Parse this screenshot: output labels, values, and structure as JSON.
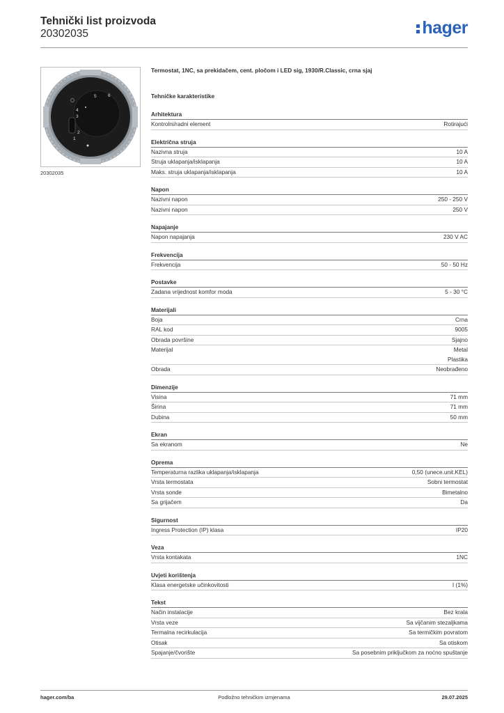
{
  "header": {
    "title": "Tehnički list proizvoda",
    "number": "20302035",
    "logo": "hager"
  },
  "product": {
    "image_caption": "20302035",
    "description": "Termostat, 1NC, sa prekidačem, cent. pločom i LED sig, 1930/R.Classic, crna sjaj",
    "dial_numbers": [
      "1",
      "2",
      "3",
      "4",
      "5",
      "6"
    ],
    "colors": {
      "body": "#1a1a1a",
      "frame": "#9ea5ab",
      "logo_blue": "#2b62b7"
    }
  },
  "section_title": "Tehničke karakteristike",
  "groups": [
    {
      "name": "Arhitektura",
      "rows": [
        {
          "label": "Kontrolni/radni element",
          "values": [
            "Rotirajući"
          ]
        }
      ]
    },
    {
      "name": "Električna struja",
      "rows": [
        {
          "label": "Nazivna struja",
          "values": [
            "10 A"
          ]
        },
        {
          "label": "Struja uklapanja/isklapanja",
          "values": [
            "10 A"
          ]
        },
        {
          "label": "Maks. struja uklapanja/isklapanja",
          "values": [
            "10 A"
          ]
        }
      ]
    },
    {
      "name": "Napon",
      "rows": [
        {
          "label": "Nazivni napon",
          "values": [
            "250 - 250 V"
          ]
        },
        {
          "label": "Nazivni napon",
          "values": [
            "250 V"
          ]
        }
      ]
    },
    {
      "name": "Napajanje",
      "rows": [
        {
          "label": "Napon napajanja",
          "values": [
            "230 V AC"
          ]
        }
      ]
    },
    {
      "name": "Frekvencija",
      "rows": [
        {
          "label": "Frekvencija",
          "values": [
            "50 - 50 Hz"
          ]
        }
      ]
    },
    {
      "name": "Postavke",
      "rows": [
        {
          "label": "Zadana vrijednost komfor moda",
          "values": [
            "5 - 30 °C"
          ]
        }
      ]
    },
    {
      "name": "Materijali",
      "rows": [
        {
          "label": "Boja",
          "values": [
            "Crna"
          ]
        },
        {
          "label": "RAL kod",
          "values": [
            "9005"
          ]
        },
        {
          "label": "Obrada površine",
          "values": [
            "Sjajno"
          ]
        },
        {
          "label": "Materijal",
          "values": [
            "Metal",
            "Plastika"
          ]
        },
        {
          "label": "Obrada",
          "values": [
            "Neobrađeno"
          ]
        }
      ]
    },
    {
      "name": "Dimenzije",
      "rows": [
        {
          "label": "Visina",
          "values": [
            "71 mm"
          ]
        },
        {
          "label": "Širina",
          "values": [
            "71 mm"
          ]
        },
        {
          "label": "Dubina",
          "values": [
            "50 mm"
          ]
        }
      ]
    },
    {
      "name": "Ekran",
      "rows": [
        {
          "label": "Sa ekranom",
          "values": [
            "Ne"
          ]
        }
      ]
    },
    {
      "name": "Oprema",
      "rows": [
        {
          "label": "Temperaturna razlika uklapanja/isklapanja",
          "values": [
            "0,50 (unece.unit.KEL)"
          ]
        },
        {
          "label": "Vrsta termostata",
          "values": [
            "Sobni termostat"
          ]
        },
        {
          "label": "Vrsta sonde",
          "values": [
            "Bimetalno"
          ]
        },
        {
          "label": "Sa grijačem",
          "values": [
            "Da"
          ]
        }
      ]
    },
    {
      "name": "Sigurnost",
      "rows": [
        {
          "label": "Ingress Protection (IP) klasa",
          "values": [
            "IP20"
          ]
        }
      ]
    },
    {
      "name": "Veza",
      "rows": [
        {
          "label": "Vrsta kontakata",
          "values": [
            "1NC"
          ]
        }
      ]
    },
    {
      "name": "Uvjeti korištenja",
      "rows": [
        {
          "label": "Klasa energetske učinkovitosti",
          "values": [
            "I (1%)"
          ]
        }
      ]
    },
    {
      "name": "Tekst",
      "rows": [
        {
          "label": "Način instalacije",
          "values": [
            "Bez krala"
          ]
        },
        {
          "label": "Vrsta veze",
          "values": [
            "Sa vijčanim stezaljkama"
          ]
        },
        {
          "label": "Termalna recirkulacija",
          "values": [
            "Sa termičkim povratom"
          ]
        },
        {
          "label": "Otisak",
          "values": [
            "Sa otiskom"
          ]
        },
        {
          "label": "Spajanje/čvorište",
          "values": [
            "Sa posebnim priključkom za noćno spuštanje"
          ]
        }
      ]
    }
  ],
  "footer": {
    "website": "hager.com/ba",
    "notice": "Podložno tehničkim izmjenama",
    "date": "29.07.2025"
  }
}
